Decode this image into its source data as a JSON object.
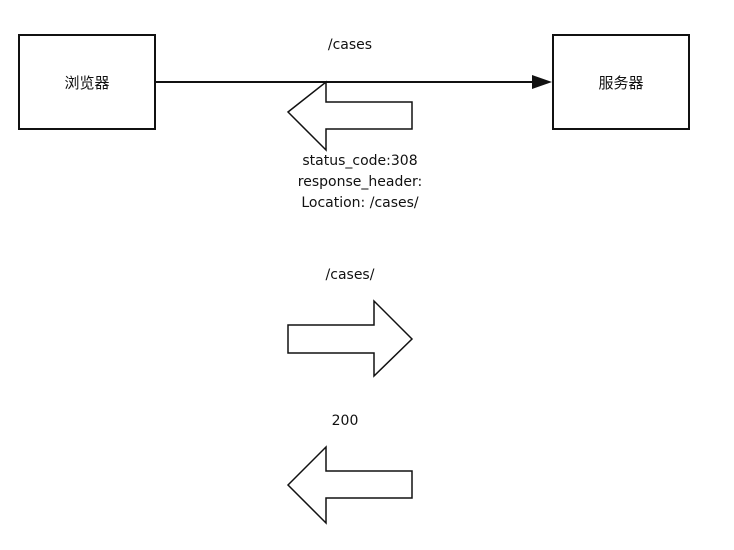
{
  "nodes": {
    "browser": "浏览器",
    "server": "服务器"
  },
  "request1": {
    "path": "/cases"
  },
  "redirect": {
    "status": "status_code:308",
    "header_label": "response_header:",
    "location": "Location: /cases/"
  },
  "request2": {
    "path": "/cases/"
  },
  "response2": {
    "status": "200"
  },
  "colors": {
    "stroke": "#111111",
    "background": "#ffffff"
  }
}
